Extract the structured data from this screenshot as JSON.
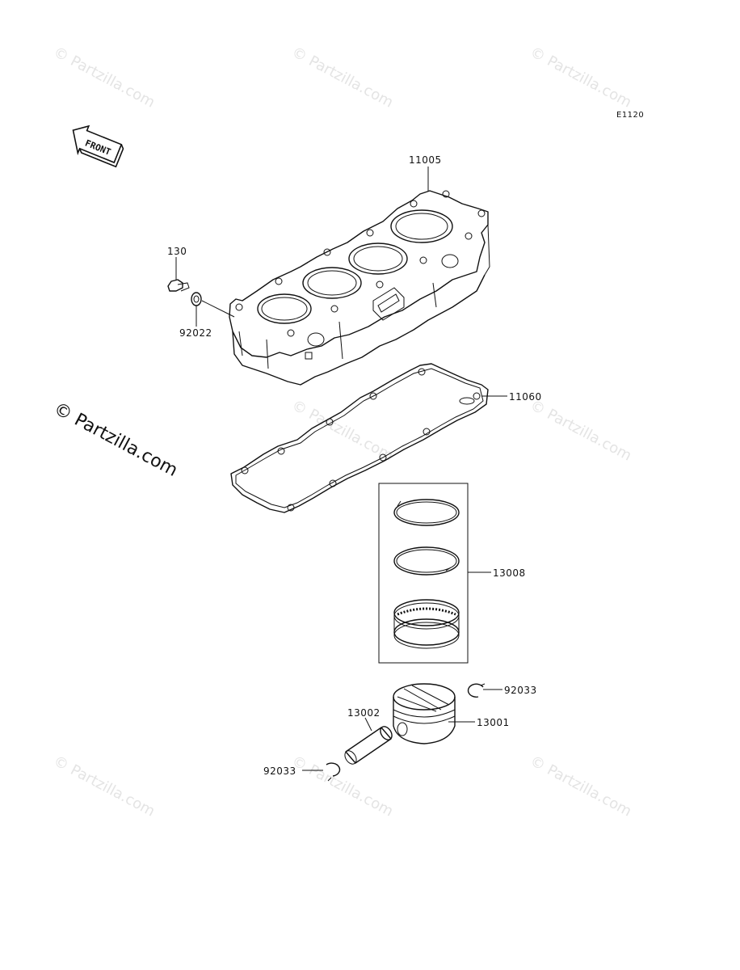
{
  "diagram_code": "E1120",
  "front_label": "FRONT",
  "watermark_text": "© Partzilla.com",
  "parts": {
    "cylinder": "11005",
    "bolt": "130",
    "washer": "92022",
    "gasket": "11060",
    "ring_set": "13008",
    "circlip_right": "92033",
    "pin": "13002",
    "piston": "13001",
    "circlip_left": "92033"
  },
  "colors": {
    "line": "#111111",
    "watermark": "#e4e4e4",
    "background": "#ffffff"
  }
}
